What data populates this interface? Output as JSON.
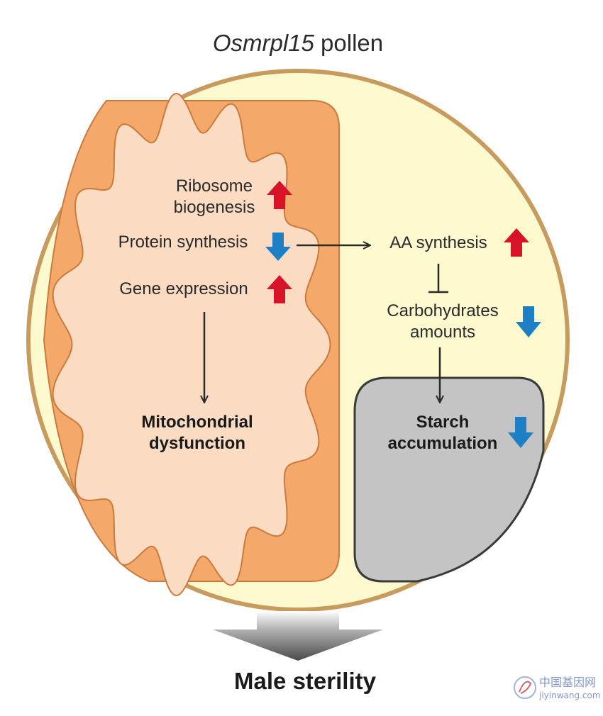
{
  "title": {
    "gene": "Osmrpl15",
    "suffix": " pollen"
  },
  "mitochondrion": {
    "ribosome_line1": "Ribosome",
    "ribosome_line2": "biogenesis",
    "protein_synthesis": "Protein synthesis",
    "gene_expression": "Gene expression",
    "dysfunction_line1": "Mitochondrial",
    "dysfunction_line2": "dysfunction"
  },
  "cytoplasm": {
    "aa_synthesis": "AA synthesis",
    "carb_line1": "Carbohydrates",
    "carb_line2": "amounts"
  },
  "amyloplast": {
    "starch_line1": "Starch",
    "starch_line2": "accumulation"
  },
  "outcome": {
    "label": "Male sterility"
  },
  "watermark": {
    "site_cn": "中国基因网",
    "site_url": "jiyinwang.com"
  },
  "colors": {
    "pollen_fill": "#fdf9cf",
    "pollen_border": "#c79a5e",
    "mito_outer": "#f4a96b",
    "mito_inner": "#fbdcc3",
    "amyloplast": "#c4c4c4",
    "up_arrow": "#d7132a",
    "down_arrow": "#1f7fc4"
  }
}
